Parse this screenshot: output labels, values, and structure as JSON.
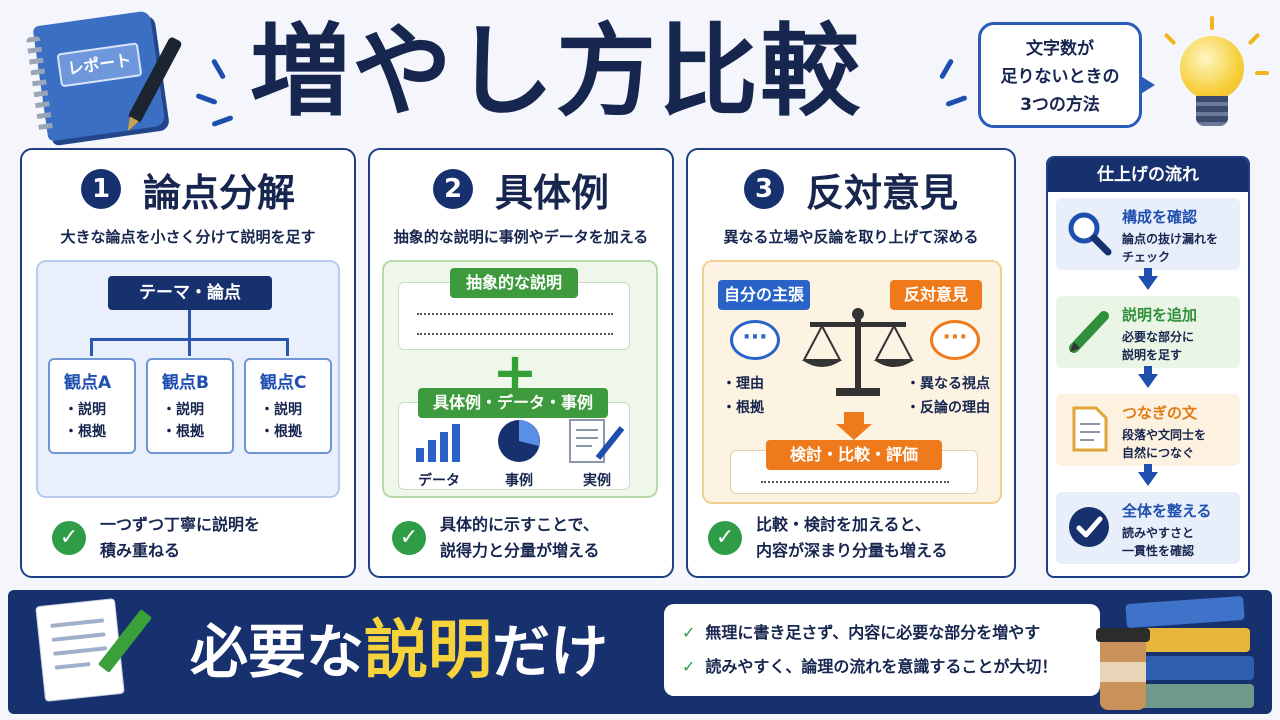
{
  "header": {
    "notebook_label": "レポート",
    "title": "増やし方比較",
    "bubble_lines": [
      "文字数が",
      "足りないときの",
      "3つの方法"
    ]
  },
  "cards": [
    {
      "number": "1",
      "title": "論点分解",
      "subtitle": "大きな論点を小さく分けて説明を足す",
      "theme": "テーマ・論点",
      "views": [
        {
          "title": "観点A",
          "items": [
            "・説明",
            "・根拠"
          ]
        },
        {
          "title": "観点B",
          "items": [
            "・説明",
            "・根拠"
          ]
        },
        {
          "title": "観点C",
          "items": [
            "・説明",
            "・根拠"
          ]
        }
      ],
      "footer": [
        "一つずつ丁寧に説明を",
        "積み重ねる"
      ]
    },
    {
      "number": "2",
      "title": "具体例",
      "subtitle": "抽象的な説明に事例やデータを加える",
      "abstract_tag": "抽象的な説明",
      "plus": "+",
      "concrete_tag": "具体例・データ・事例",
      "icons": [
        "データ",
        "事例",
        "実例"
      ],
      "footer": [
        "具体的に示すことで、",
        "説得力と分量が増える"
      ]
    },
    {
      "number": "3",
      "title": "反対意見",
      "subtitle": "異なる立場や反論を取り上げて深める",
      "own_tag": "自分の主張",
      "opp_tag": "反対意見",
      "own_items": [
        "・理由",
        "・根拠"
      ],
      "opp_items": [
        "・異なる視点",
        "・反論の理由"
      ],
      "result_tag": "検討・比較・評価",
      "footer": [
        "比較・検討を加えると、",
        "内容が深まり分量も増える"
      ]
    }
  ],
  "flow": {
    "title": "仕上げの流れ",
    "steps": [
      {
        "title": "構成を確認",
        "desc": [
          "論点の抜け漏れを",
          "チェック"
        ],
        "color": "#1f4fae"
      },
      {
        "title": "説明を追加",
        "desc": [
          "必要な部分に",
          "説明を足す"
        ],
        "color": "#2f8f3a"
      },
      {
        "title": "つなぎの文",
        "desc": [
          "段落や文同士を",
          "自然につなぐ"
        ],
        "color": "#e07a12"
      },
      {
        "title": "全体を整える",
        "desc": [
          "読みやすさと",
          "一貫性を確認"
        ],
        "color": "#1f4fae"
      }
    ]
  },
  "banner": {
    "text_pre": "必要な",
    "text_hl": "説明",
    "text_post": "だけ",
    "notes": [
      "無理に書き足さず、内容に必要な部分を増やす",
      "読みやすく、論理の流れを意識することが大切！"
    ]
  },
  "icons": {
    "check": "✓",
    "flow_icons": [
      "magnifier-icon",
      "pencil-icon",
      "document-icon",
      "check-circle-icon"
    ]
  }
}
